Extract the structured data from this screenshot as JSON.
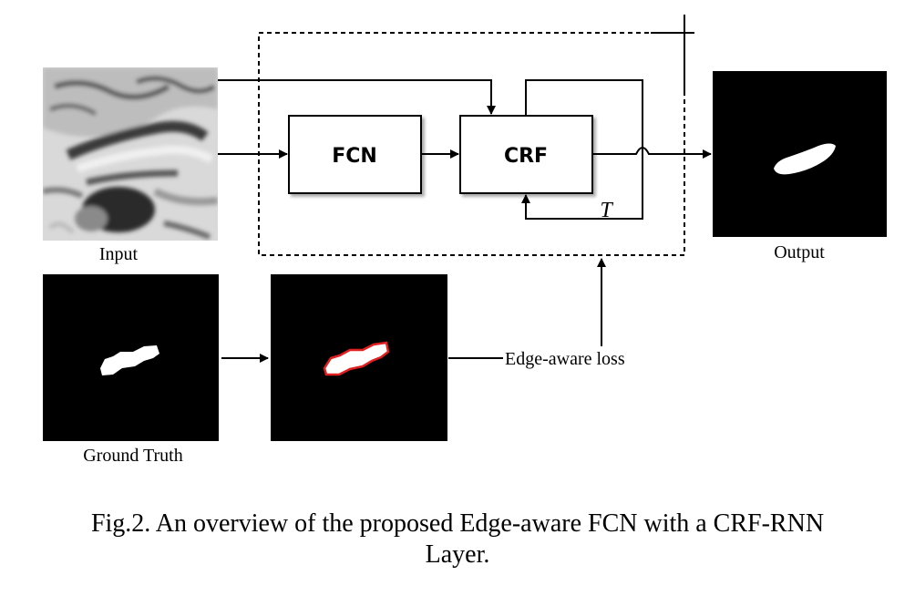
{
  "diagram": {
    "nodes": {
      "input": {
        "label": "Input",
        "image": "brain-mri-slice"
      },
      "fcn": {
        "label": "FCN"
      },
      "crf": {
        "label": "CRF"
      },
      "output": {
        "label": "Output",
        "image": "binary-segmentation-mask"
      },
      "ground_truth": {
        "label": "Ground Truth",
        "image": "binary-segmentation-mask"
      },
      "edge_map": {
        "label": "",
        "image": "mask-with-red-edge"
      },
      "loss": {
        "label": "Edge-aware loss"
      }
    },
    "loop_label": "T",
    "colors": {
      "edge": "#e02020",
      "mask_background": "#000000",
      "mask_foreground": "#ffffff"
    }
  },
  "caption": {
    "line1": "Fig.2. An overview of the proposed Edge-aware FCN with a CRF-RNN",
    "line2": "Layer."
  }
}
